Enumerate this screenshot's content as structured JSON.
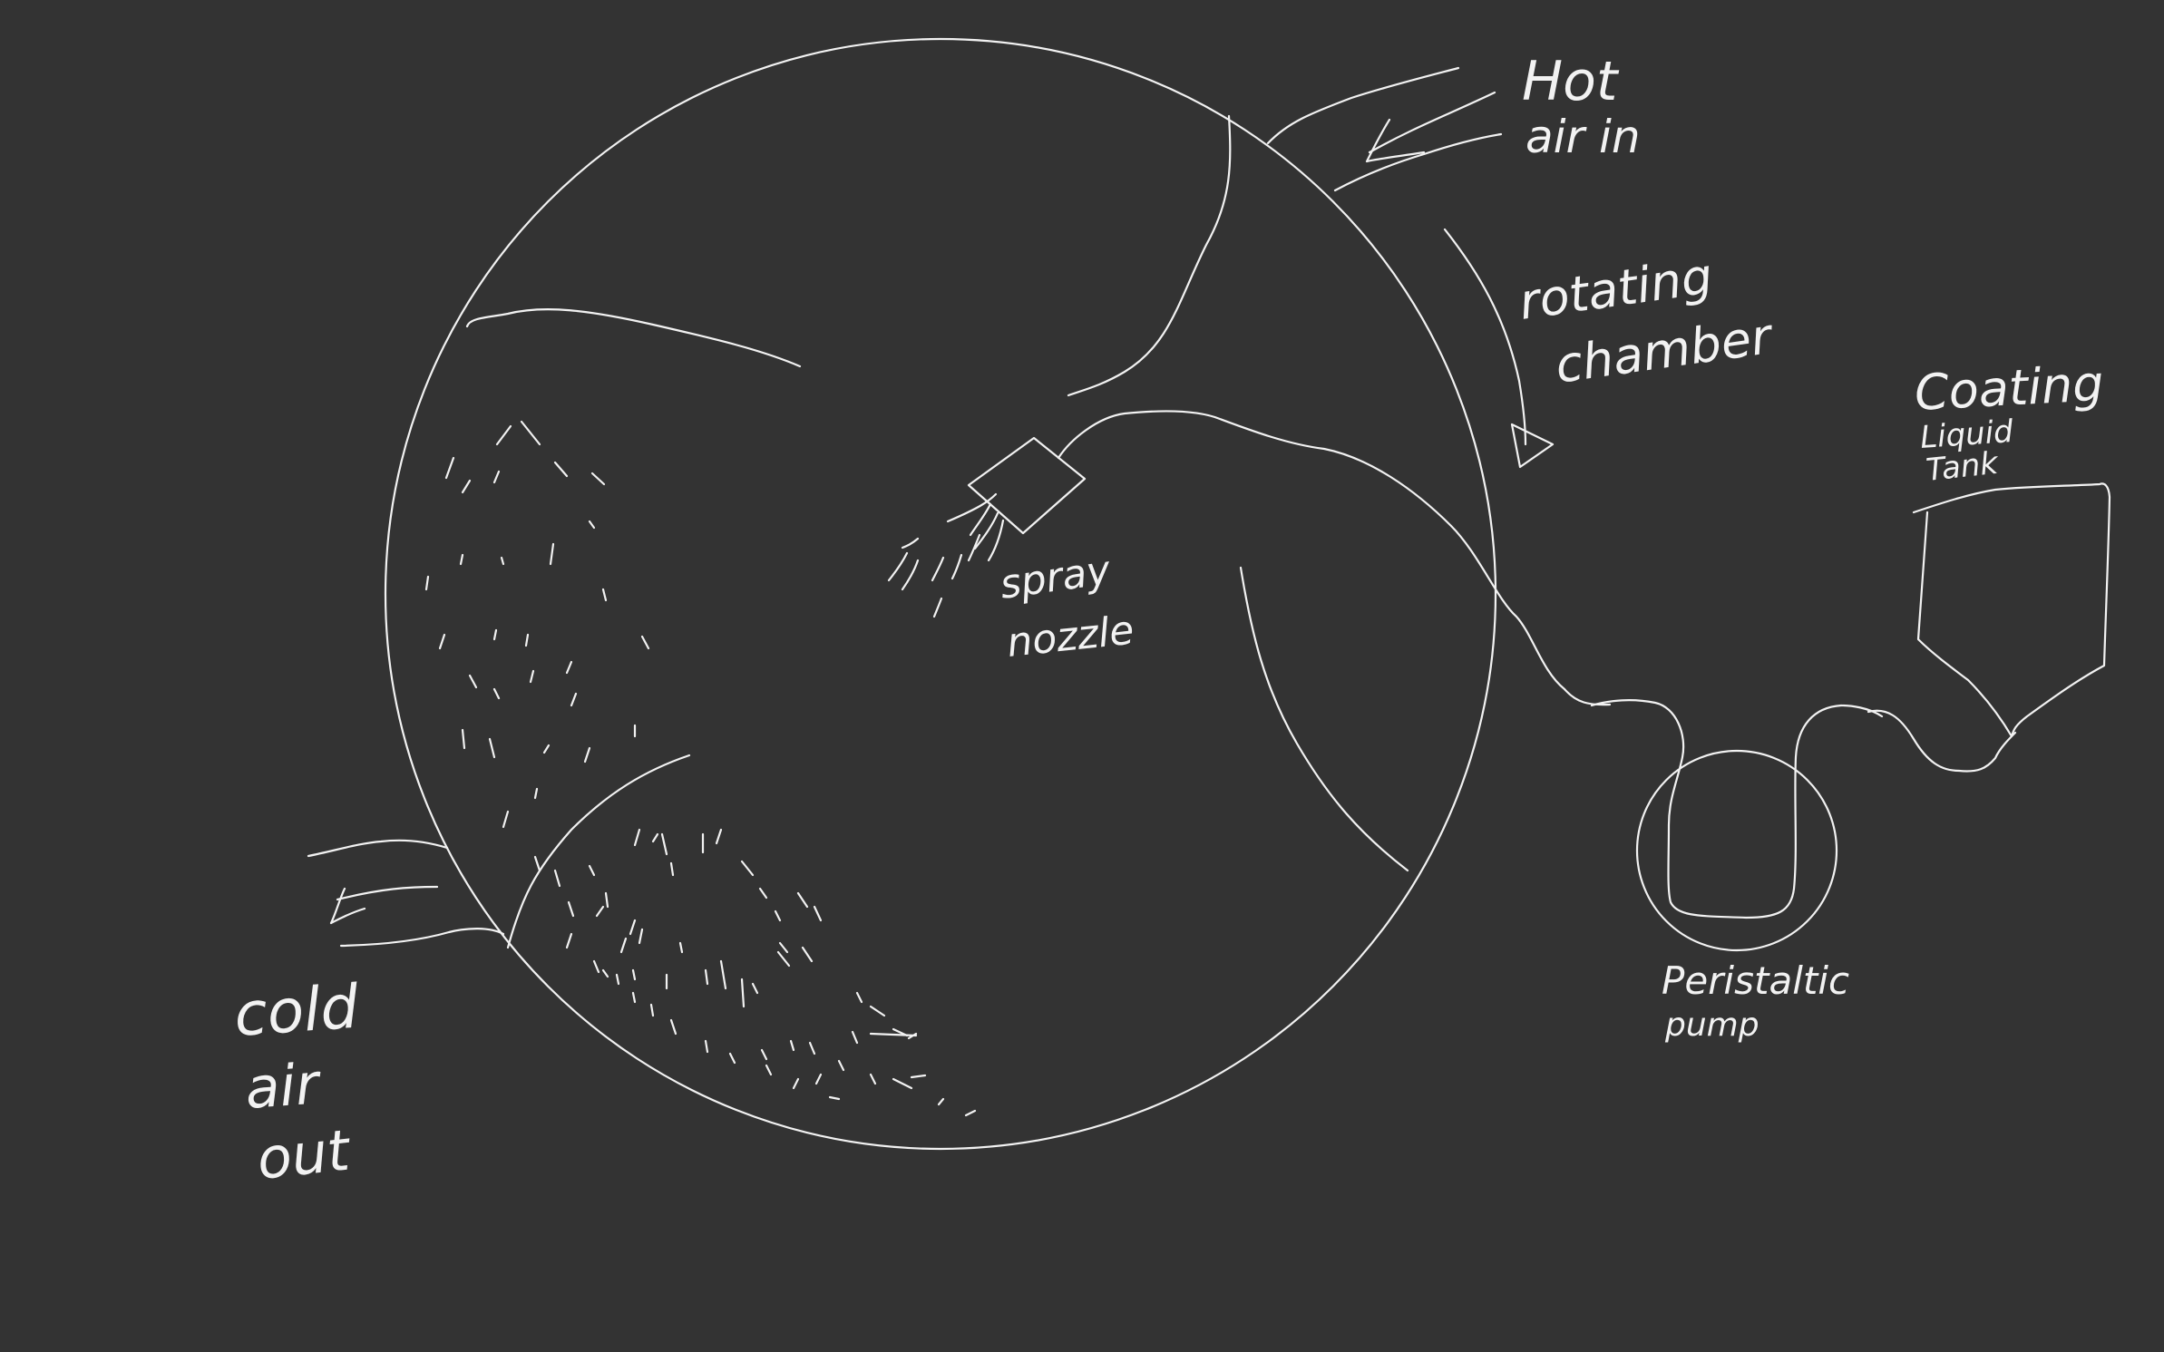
{
  "labels": {
    "hot_air_in": [
      "Hot",
      "air in"
    ],
    "rotating_chamber": [
      "rotating",
      "chamber"
    ],
    "coating_liquid_tank": [
      "Coating",
      "Liquid",
      "Tank"
    ],
    "spray_nozzle": [
      "spray",
      "nozzle"
    ],
    "peristaltic_pump": [
      "Peristaltic",
      "pump"
    ],
    "cold_air_out": [
      "cold",
      "air",
      "out"
    ]
  },
  "colors": {
    "background": "#333333",
    "ink": "#f2f2f2"
  }
}
